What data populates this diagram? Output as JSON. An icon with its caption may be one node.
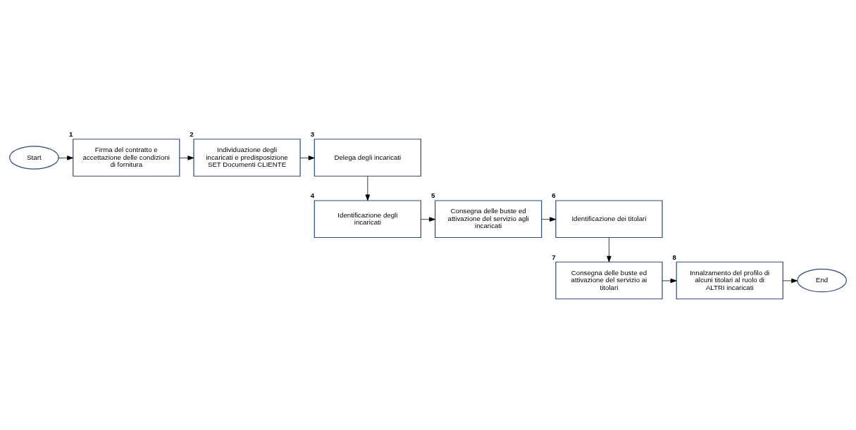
{
  "diagram": {
    "nodes": [
      {
        "text": [
          "Start"
        ]
      },
      {
        "text": [
          "Firma del contratto e accettazione delle condizioni di fornitura"
        ],
        "beside": [
          "1"
        ]
      },
      {
        "text": [
          "Individuazione degli incaricati e predisposizione SET Documenti CLIENTE"
        ],
        "beside": [
          "2"
        ]
      },
      {
        "text": [
          "Delega degli incaricati"
        ],
        "beside": [
          "3"
        ]
      },
      {
        "text": [
          "Identificazione degli incaricati"
        ],
        "beside": [
          "4"
        ]
      },
      {
        "text": [
          "Consegna delle buste ed attivazione del servizio agli incaricati"
        ],
        "beside": [
          "5"
        ]
      },
      {
        "text": [
          "Identificazione dei titolari"
        ],
        "beside": [
          "6"
        ]
      },
      {
        "text": [
          "Consegna delle buste ed attivazione del servizio ai titolari"
        ],
        "beside": [
          "7"
        ]
      },
      {
        "text": [
          "Innalzamento del profilo di alcuni titolari al ruolo di ALTRI incaricati"
        ],
        "beside": [
          "8"
        ]
      },
      {
        "text": [
          "End"
        ]
      }
    ],
    "edges": [
      {
        "from": 0,
        "to": 1,
        "arrow": "to"
      },
      {
        "from": 1,
        "to": 2,
        "arrow": "to"
      },
      {
        "from": 2,
        "to": 3,
        "arrow": "to"
      },
      {
        "from": 3,
        "to": 4,
        "arrow": "to"
      },
      {
        "from": 4,
        "to": 5,
        "arrow": "to"
      },
      {
        "from": 5,
        "to": 6,
        "arrow": "to"
      },
      {
        "from": 6,
        "to": 7,
        "arrow": "to"
      },
      {
        "from": 7,
        "to": 8,
        "arrow": "to"
      },
      {
        "from": 8,
        "to": 9,
        "arrow": "to"
      }
    ]
  }
}
